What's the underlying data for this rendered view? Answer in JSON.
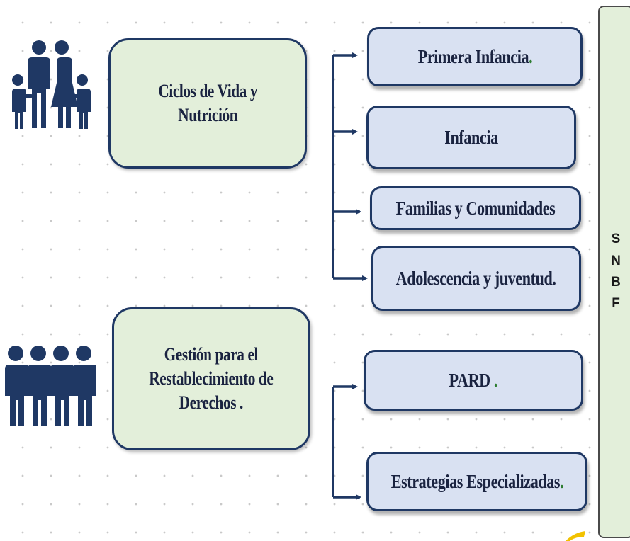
{
  "main_boxes": [
    {
      "label_line1": "Ciclos de Vida y",
      "label_line2": "Nutrición"
    },
    {
      "label_line1": "Gestión para el",
      "label_line2": "Restablecimiento de",
      "label_line3": "Derechos ."
    }
  ],
  "sub_boxes": [
    {
      "label": "Primera Infancia",
      "accent": "."
    },
    {
      "label": "Infancia"
    },
    {
      "label": "Familias y Comunidades"
    },
    {
      "label": "Adolescencia y juventud."
    },
    {
      "label": "PARD",
      "accent": " ."
    },
    {
      "label": "Estrategias Especializadas",
      "accent": "."
    }
  ],
  "side_bar": {
    "letters": [
      "S",
      "N",
      "B",
      "F"
    ]
  },
  "icons": {
    "family": "family-icon",
    "group": "group-of-people-icon"
  },
  "colors": {
    "navy": "#1f3864",
    "main_fill": "#e3efda",
    "sub_fill": "#d9e1f2",
    "icon": "#1f3864"
  }
}
